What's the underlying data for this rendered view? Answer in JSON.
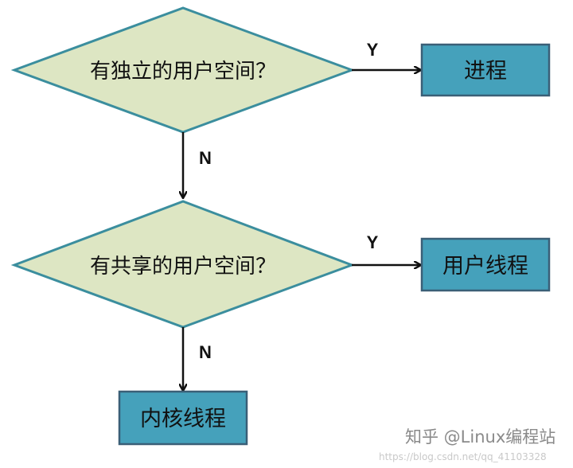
{
  "nodes": {
    "decision_1": {
      "text": "有独立的用户空间？"
    },
    "decision_2": {
      "text": "有共享的用户空间？"
    },
    "process_box": {
      "text": "进程"
    },
    "user_thread_box": {
      "text": "用户线程"
    },
    "kernel_thread_box": {
      "text": "内核线程"
    }
  },
  "edges": {
    "d1_yes": {
      "label": "Y"
    },
    "d1_no": {
      "label": "N"
    },
    "d2_yes": {
      "label": "Y"
    },
    "d2_no": {
      "label": "N"
    }
  },
  "watermark": {
    "text": "知乎 @Linux编程站",
    "url": "https://blog.csdn.net/qq_41103328"
  },
  "colors": {
    "diamond_fill": "#dde6c3",
    "diamond_stroke": "#3b8e9e",
    "box_fill": "#45a1bb",
    "box_stroke": "#3a5f77",
    "arrow": "#111111"
  }
}
